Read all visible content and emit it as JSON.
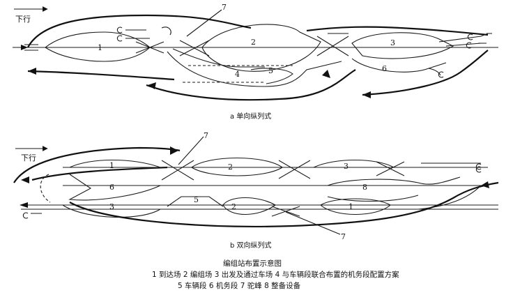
{
  "diagram_a": {
    "direction": "下行",
    "caption": "a  单向纵列式",
    "yards": {
      "y1": "1",
      "y2": "2",
      "y3": "3",
      "y4": "4",
      "y5": "5",
      "y6": "6"
    },
    "pointer": "7"
  },
  "diagram_b": {
    "direction": "下行",
    "caption": "b  双向纵列式",
    "yards": {
      "y1a": "1",
      "y2a": "2",
      "y3a": "3",
      "y6": "6",
      "y8": "8",
      "y3b": "3",
      "y5": "5",
      "y2b": "2",
      "y1b": "1"
    },
    "pointer_top": "7",
    "pointer_bottom": "7"
  },
  "legend": {
    "title": "编组站布置示意图",
    "line1": "1 到达场  2 编组场  3 出发及通过车场  4 与车辆段联合布置的机务段配置方案",
    "line2": "5 车辆段  6 机务段  7 驼峰  8 整备设备"
  }
}
